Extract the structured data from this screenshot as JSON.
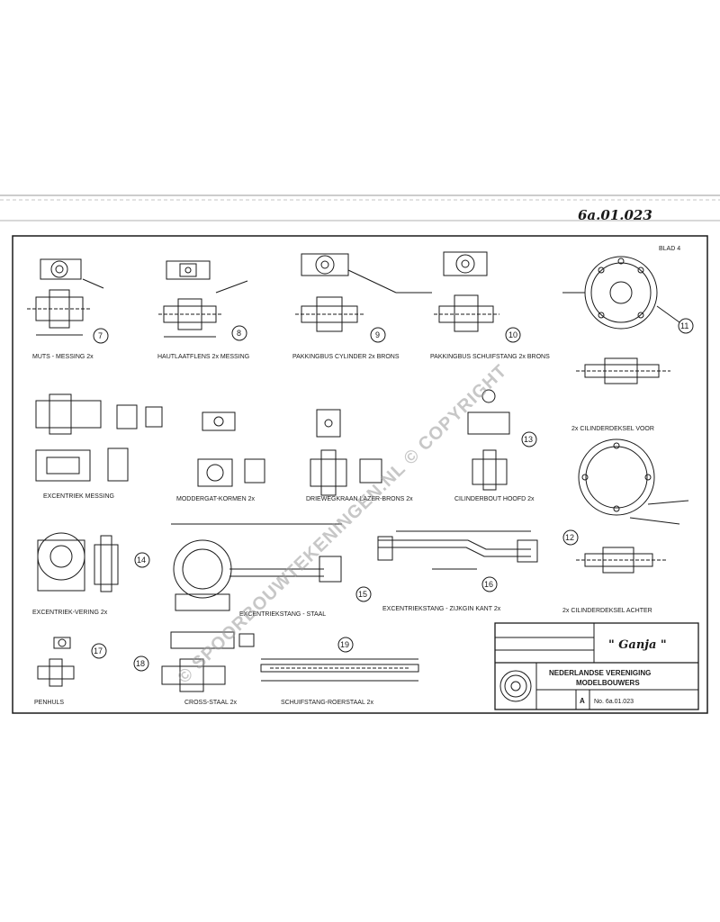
{
  "document": {
    "ref_handwritten": "6a.01.023",
    "sheet_label": "BLAD 4"
  },
  "parts": [
    {
      "number": "7",
      "label": "MUTS - MESSING 2x"
    },
    {
      "number": "8",
      "label": "HAUTLAATFLENS 2x MESSING"
    },
    {
      "number": "9",
      "label": "PAKKINGBUS CYLINDER 2x BRONS"
    },
    {
      "number": "10",
      "label": "PAKKINGBUS SCHUIFSTANG 2x BRONS"
    },
    {
      "number": "11",
      "label": "2x CILINDERDEKSEL VOOR"
    },
    {
      "number": "",
      "label": "EXCENTRIEK MESSING"
    },
    {
      "number": "",
      "label": "MODDERGAT-KORMEN 2x"
    },
    {
      "number": "",
      "label": "DRIEWEGKRAAN LAZER-BRONS 2x"
    },
    {
      "number": "13",
      "label": "CILINDERBOUT HOOFD 2x"
    },
    {
      "number": "12",
      "label": "2x CILINDERDEKSEL ACHTER"
    },
    {
      "number": "14",
      "label": "EXCENTRIEK-VERING 2x"
    },
    {
      "number": "15",
      "label": "EXCENTRIEKSTANG - STAAL"
    },
    {
      "number": "16",
      "label": "EXCENTRIEKSTANG - ZIJKGIN KANT 2x"
    },
    {
      "number": "17",
      "label": "PENHULS"
    },
    {
      "number": "18",
      "label": "CROSS-STAAL 2x"
    },
    {
      "number": "19",
      "label": "SCHUIFSTANG-ROERSTAAL 2x"
    }
  ],
  "watermark": "© SPOORBOUWTEKENINGEN.NL © COPYRIGHT",
  "title_block": {
    "name_handwritten": "\" Ganja \"",
    "org_line1": "NEDERLANDSE VERENIGING",
    "org_line2": "MODELBOUWERS",
    "a_letter": "A",
    "drawing_no": "No. 6a.01.023"
  }
}
